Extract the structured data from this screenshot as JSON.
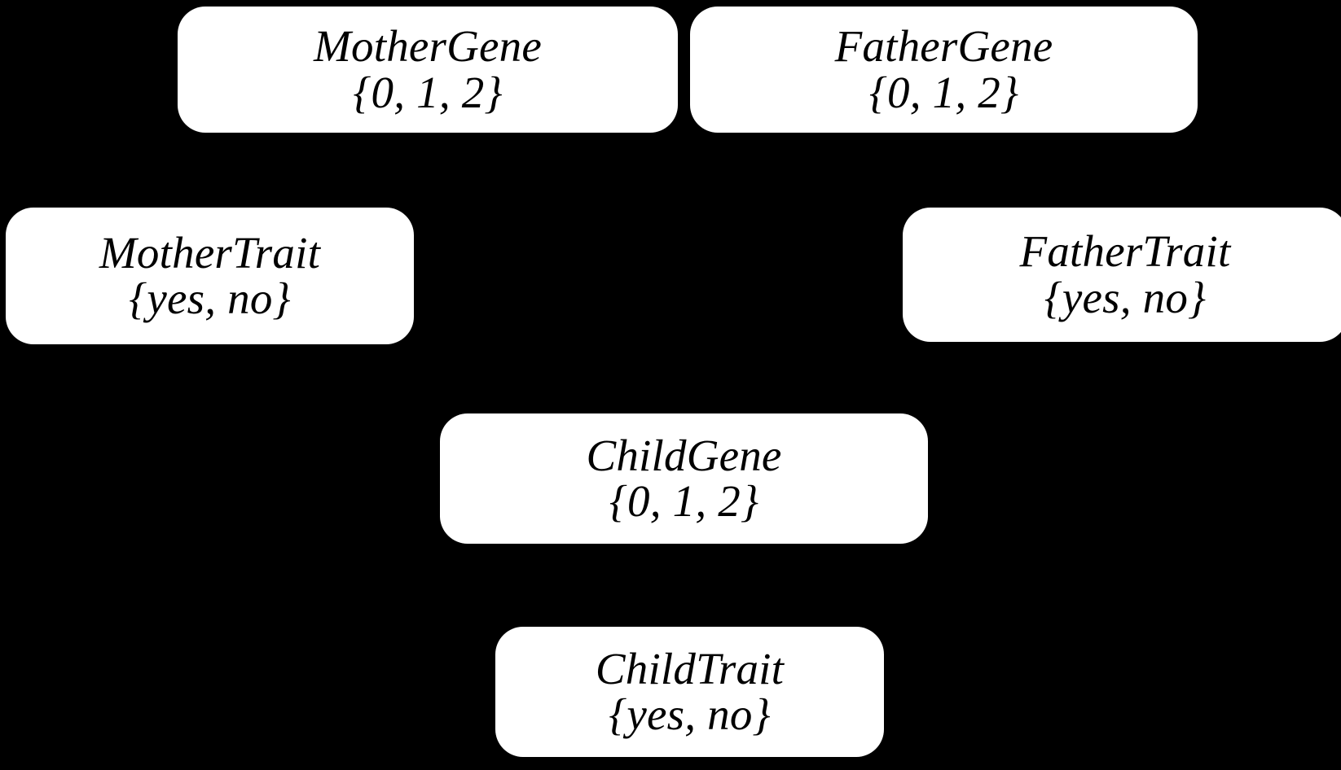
{
  "diagram": {
    "type": "bayesian-network",
    "background_color": "#000000",
    "node_fill_color": "#ffffff",
    "node_text_color": "#000000",
    "nodes": [
      {
        "id": "mother-gene",
        "label": "MotherGene",
        "domain": "{0, 1, 2}",
        "domain_values": [
          "0",
          "1",
          "2"
        ]
      },
      {
        "id": "father-gene",
        "label": "FatherGene",
        "domain": "{0, 1, 2}",
        "domain_values": [
          "0",
          "1",
          "2"
        ]
      },
      {
        "id": "mother-trait",
        "label": "MotherTrait",
        "domain": "{yes, no}",
        "domain_values": [
          "yes",
          "no"
        ]
      },
      {
        "id": "father-trait",
        "label": "FatherTrait",
        "domain": "{yes, no}",
        "domain_values": [
          "yes",
          "no"
        ]
      },
      {
        "id": "child-gene",
        "label": "ChildGene",
        "domain": "{0, 1, 2}",
        "domain_values": [
          "0",
          "1",
          "2"
        ]
      },
      {
        "id": "child-trait",
        "label": "ChildTrait",
        "domain": "{yes, no}",
        "domain_values": [
          "yes",
          "no"
        ]
      }
    ]
  }
}
